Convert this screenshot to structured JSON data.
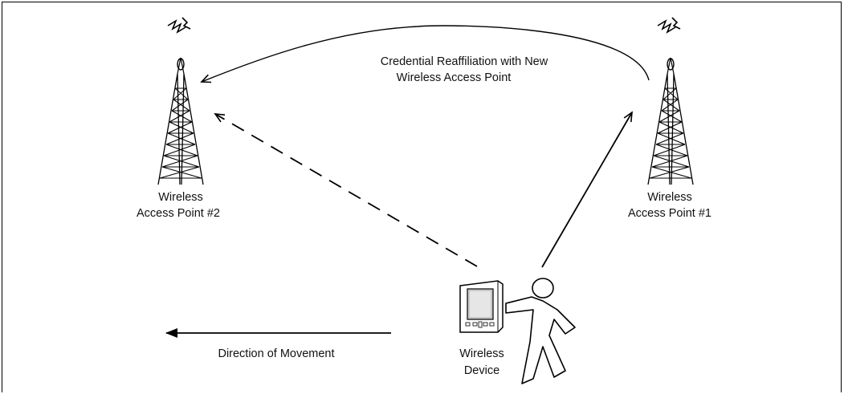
{
  "labels": {
    "ap2_line1": "Wireless",
    "ap2_line2": "Access Point #2",
    "ap1_line1": "Wireless",
    "ap1_line2": "Access Point #1",
    "reaffiliation_line1": "Credential Reaffiliation with New",
    "reaffiliation_line2": "Wireless Access Point",
    "direction": "Direction of Movement",
    "device_line1": "Wireless",
    "device_line2": "Device"
  },
  "icons": {
    "tower_left": "radio-tower-icon",
    "tower_right": "radio-tower-icon",
    "handheld": "pda-icon",
    "person": "walking-person-icon"
  },
  "colors": {
    "stroke": "#000000",
    "background": "#ffffff",
    "screen": "#c8c8c8"
  }
}
